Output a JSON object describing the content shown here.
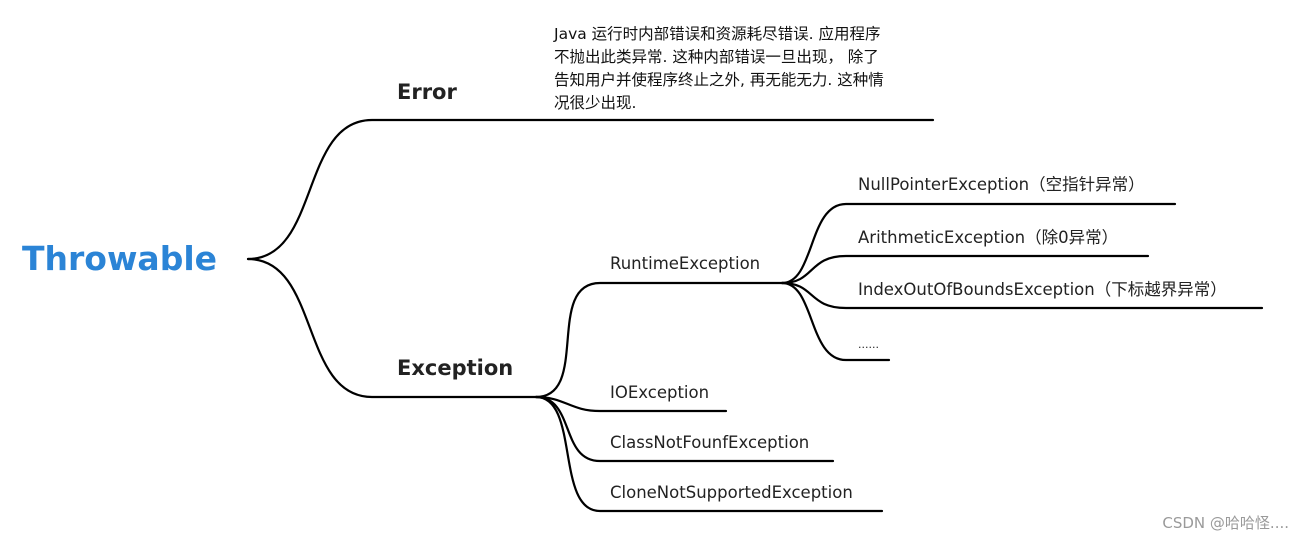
{
  "root": {
    "label": "Throwable"
  },
  "error": {
    "label": "Error",
    "note_lines": [
      " Java 运行时内部错误和资源耗尽错误. 应用程序",
      "不抛出此类异常. 这种内部错误一旦出现，  除了",
      "告知用户并使程序终止之外, 再无能无力. 这种情",
      "况很少出现."
    ]
  },
  "exception": {
    "label": "Exception",
    "runtime": {
      "label": "RuntimeException",
      "children": [
        "NullPointerException（空指针异常）",
        "ArithmeticException（除0异常）",
        "IndexOutOfBoundsException（下标越界异常）",
        "......"
      ]
    },
    "others": [
      "IOException",
      "ClassNotFounfException",
      "CloneNotSupportedException"
    ]
  },
  "watermark": "CSDN @哈哈怪....",
  "colors": {
    "root": "#2b84d6",
    "lines": "#000000",
    "text": "#222222",
    "watermark": "#9a9a9a"
  }
}
